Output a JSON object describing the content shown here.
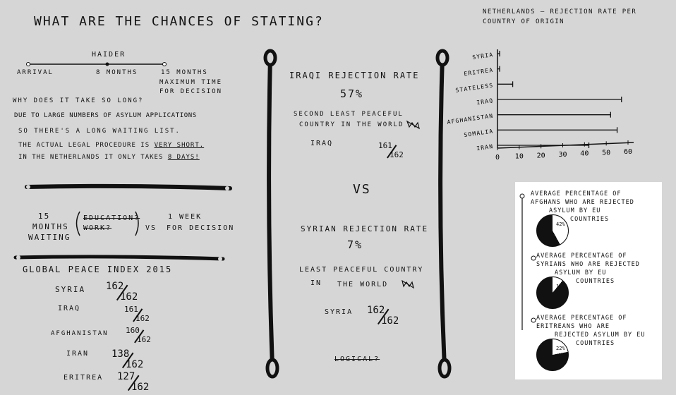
{
  "header": {
    "title": "What are the chances of stating?"
  },
  "timeline": {
    "label_top": "Haider",
    "points": [
      "Arrival",
      "8 months",
      "15 months"
    ],
    "note_line1": "maximum time",
    "note_line2": "for decision"
  },
  "reasons": {
    "line1": "Why does it take so long?",
    "line2": "Due to large numbers of asylum applications",
    "line3": "so there's a long waiting list.",
    "line4_a": "The actual legal procedure is",
    "line4_b": "very short.",
    "line5_a": "In the Netherlands it only takes",
    "line5_b": "8 days!"
  },
  "comparison": {
    "months_line1": "15",
    "months_line2": "months",
    "months_line3": "waiting",
    "crossed1": "Education?",
    "crossed2": "Work?",
    "vs": "vs",
    "week_line1": "1 week",
    "week_line2": "for decision"
  },
  "gpi": {
    "title": "Global Peace Index 2015",
    "rows": [
      {
        "country": "Syria",
        "rank": "162",
        "total": "162"
      },
      {
        "country": "Iraq",
        "rank": "161",
        "total": "162"
      },
      {
        "country": "Afghanistan",
        "rank": "160",
        "total": "162"
      },
      {
        "country": "Iran",
        "rank": "138",
        "total": "162"
      },
      {
        "country": "Eritrea",
        "rank": "127",
        "total": "162"
      }
    ]
  },
  "middle": {
    "iraqi_title": "Iraqi rejection rate",
    "iraqi_rate": "57%",
    "iraqi_desc1": "Second least peaceful",
    "iraqi_desc2": "country in the world",
    "iraq_label": "Iraq",
    "iraq_rank": "161",
    "iraq_total": "162",
    "vs": "VS",
    "syrian_title": "Syrian rejection rate",
    "syrian_rate": "7%",
    "syrian_desc1": "Least peaceful country",
    "syrian_desc2_a": "in",
    "syrian_desc2_b": "the world",
    "syria_label": "Syria",
    "syria_rank": "162",
    "syria_total": "162",
    "logical": "Logical?"
  },
  "chart_data": {
    "type": "bar",
    "orientation": "horizontal",
    "title": "Netherlands — rejection rate per country of origin",
    "categories": [
      "Syria",
      "Eritrea",
      "Stateless",
      "Iraq",
      "Afghanistan",
      "Somalia",
      "Iran"
    ],
    "values": [
      1,
      1,
      7,
      57,
      52,
      55,
      42
    ],
    "xlim": [
      0,
      60
    ],
    "xticks": [
      "0",
      "10",
      "20",
      "30",
      "40",
      "50",
      "60"
    ],
    "xlabel": "",
    "ylabel": "",
    "grid": false
  },
  "eu_panel": {
    "items": [
      {
        "line1": "Average percentage of",
        "line2": "Afghans who are rejected",
        "line3": "asylum by EU",
        "line4": "countries",
        "percent_label": "42%",
        "percent": 42
      },
      {
        "line1": "Average percentage of",
        "line2": "Syrians who are rejected",
        "line3": "asylum by EU",
        "line4": "countries",
        "percent_label": "11%",
        "percent": 11
      },
      {
        "line1": "Average percentage of",
        "line2": "Eritreans who are",
        "line3": "rejected asylum by EU",
        "line4": "countries",
        "percent_label": "22%",
        "percent": 22
      }
    ]
  },
  "colors": {
    "ink": "#111111",
    "paper": "#d6d6d6",
    "panel": "#ffffff"
  }
}
